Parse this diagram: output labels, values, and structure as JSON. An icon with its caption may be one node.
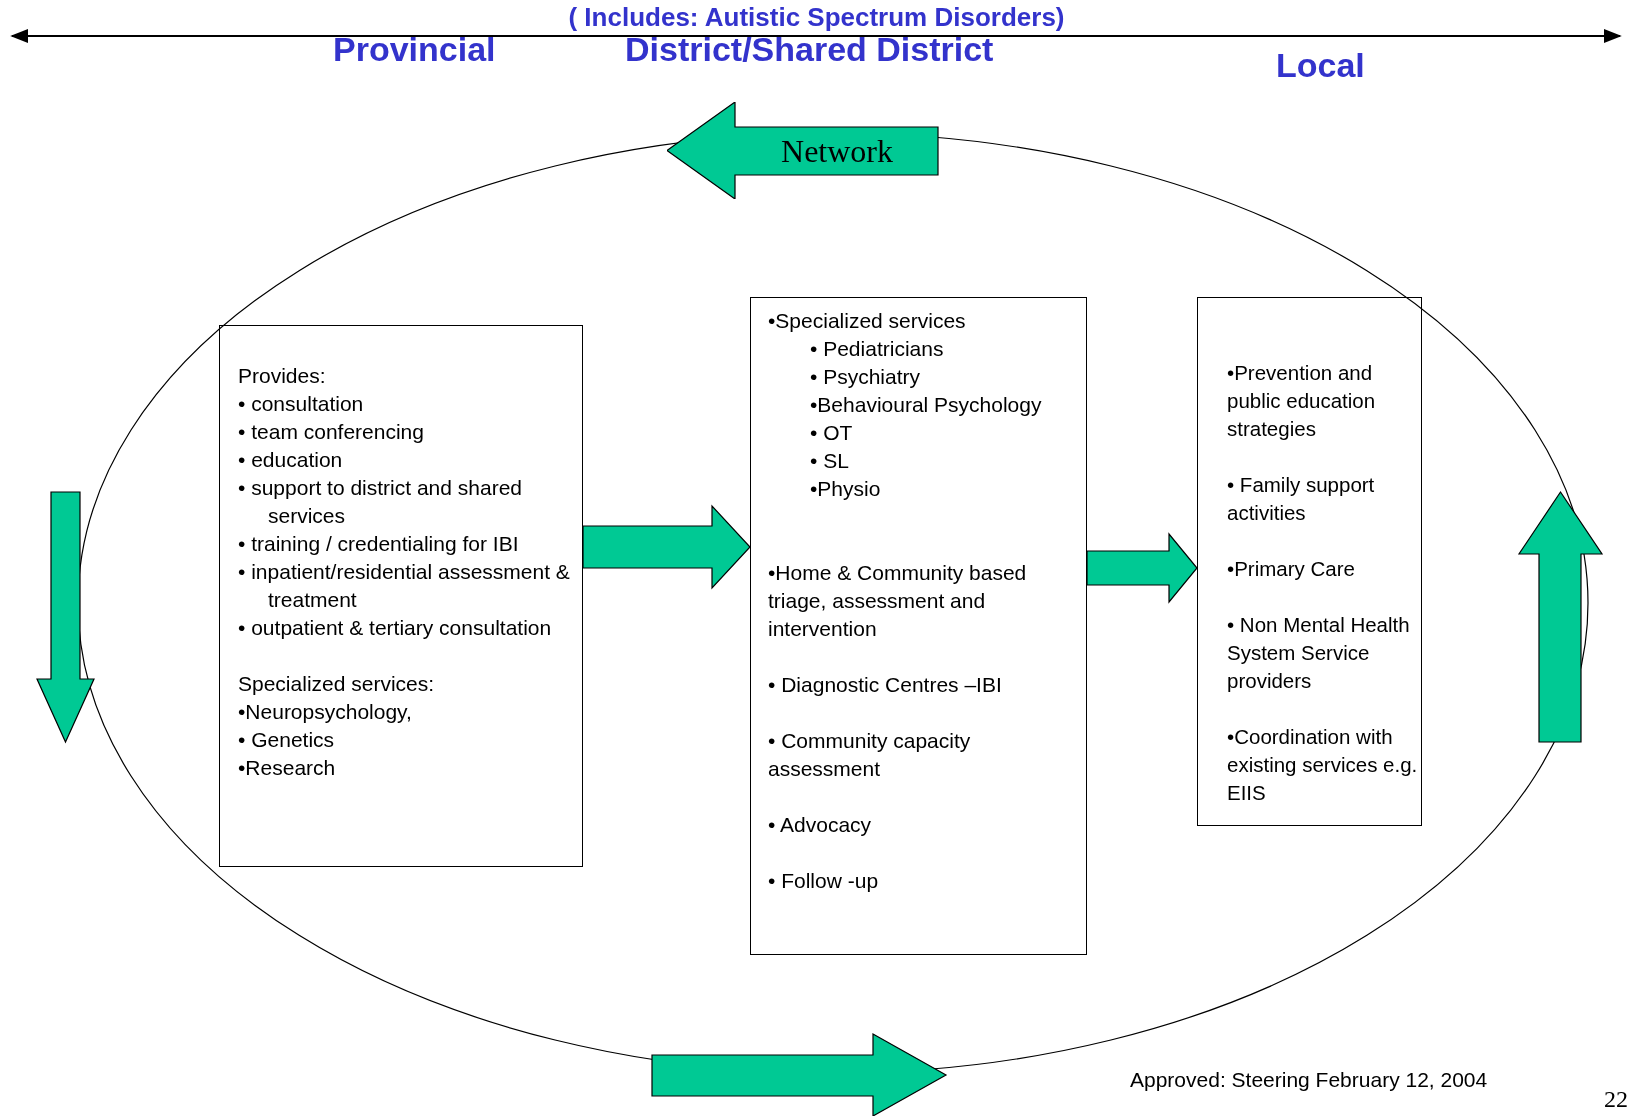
{
  "diagram": {
    "title": "( Includes: Autistic Spectrum Disorders)",
    "nodes": [
      {
        "text": [
          "Provides:",
          "• consultation",
          "• team conferencing",
          "• education",
          "• support to district and shared services",
          "• training / credentialing for IBI",
          "• inpatient/residential assessment & treatment",
          "• outpatient & tertiary consultation",
          "Specialized services:",
          "•Neuropsychology,",
          "• Genetics",
          "•Research"
        ]
      },
      {
        "text": [
          "•Specialized services",
          "• Pediatricians",
          "• Psychiatry",
          "•Behavioural Psychology",
          "• OT",
          "• SL",
          "•Physio",
          "•Home & Community based triage, assessment and intervention",
          "• Diagnostic Centres –IBI",
          "• Community capacity assessment",
          "• Advocacy",
          "• Follow -up"
        ]
      },
      {
        "text": [
          "•Prevention and public education strategies",
          "• Family support activities",
          "•Primary Care",
          "• Non Mental Health System Service providers",
          "•Coordination with existing services e.g. EIIS"
        ]
      },
      {
        "text": [
          "Network"
        ]
      }
    ],
    "edges": [
      {
        "from": 0,
        "to": 1,
        "arrow": "to"
      },
      {
        "from": 1,
        "to": 2,
        "arrow": "to"
      }
    ],
    "labels": [
      "Provincial",
      "District/Shared District",
      "Local",
      "Approved: Steering February 12, 2004",
      "22"
    ]
  }
}
